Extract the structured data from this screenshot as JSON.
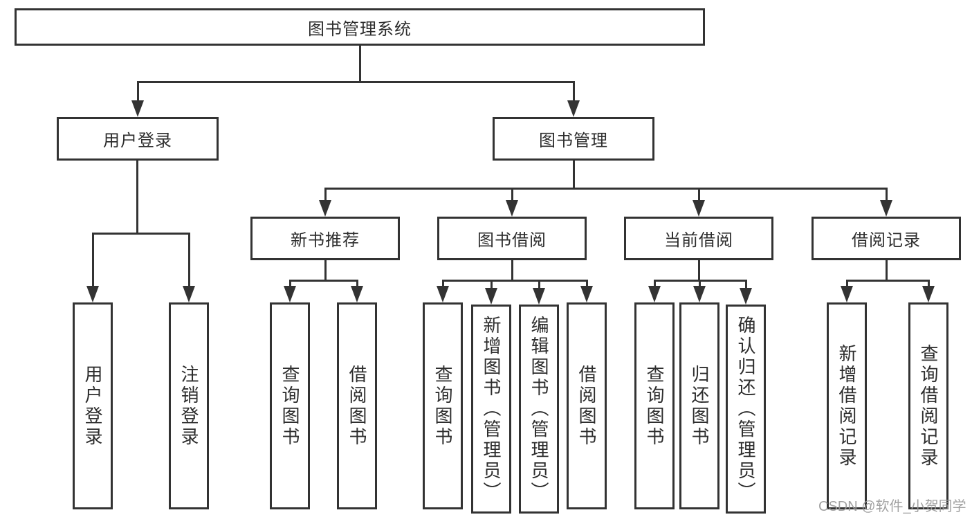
{
  "diagram": {
    "root": {
      "label": "图书管理系统"
    },
    "branches": [
      {
        "label": "用户登录",
        "leaves": [
          {
            "label": "用户登录"
          },
          {
            "label": "注销登录"
          }
        ]
      },
      {
        "label": "图书管理",
        "sections": [
          {
            "label": "新书推荐",
            "leaves": [
              {
                "label": "查询图书"
              },
              {
                "label": "借阅图书"
              }
            ]
          },
          {
            "label": "图书借阅",
            "leaves": [
              {
                "label": "查询图书"
              },
              {
                "label": "新增图书（管理员）"
              },
              {
                "label": "编辑图书（管理员）"
              },
              {
                "label": "借阅图书"
              }
            ]
          },
          {
            "label": "当前借阅",
            "leaves": [
              {
                "label": "查询图书"
              },
              {
                "label": "归还图书"
              },
              {
                "label": "确认归还（管理员）"
              }
            ]
          },
          {
            "label": "借阅记录",
            "leaves": [
              {
                "label": "新增借阅记录"
              },
              {
                "label": "查询借阅记录"
              }
            ]
          }
        ]
      }
    ]
  },
  "watermark": {
    "text": "CSDN @软件_小贺同学"
  },
  "colors": {
    "line": "#333333",
    "text": "#2d2d2d",
    "canvas": "#ffffff",
    "watermark": "#9b9b9b"
  }
}
